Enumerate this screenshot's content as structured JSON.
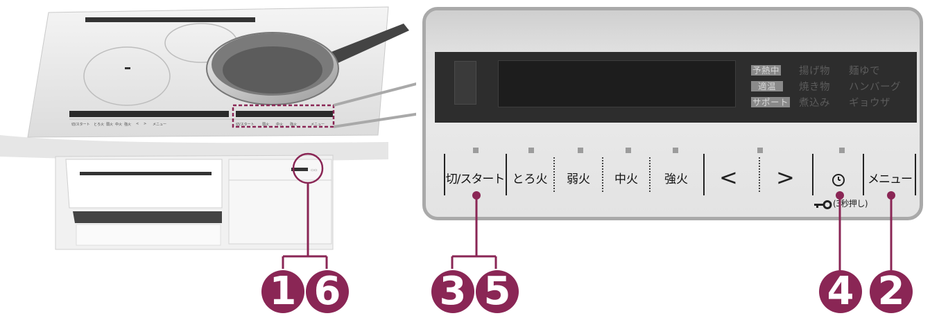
{
  "illustration": {
    "mini_buttons": [
      "切/スタート",
      "とろ火",
      "弱火",
      "中火",
      "強火",
      "<",
      ">",
      "メニュー"
    ]
  },
  "display": {
    "modes": [
      [
        "予熱中",
        "揚げ物",
        "麺ゆで"
      ],
      [
        "適温",
        "焼き物",
        "ハンバーグ"
      ],
      [
        "サポート",
        "煮込み",
        "ギョウザ"
      ]
    ]
  },
  "controls": {
    "start": "切/スタート",
    "toro": "とろ火",
    "weak": "弱火",
    "medium": "中火",
    "strong": "強火",
    "left": "<",
    "right": ">",
    "timer_icon": "clock-icon",
    "menu": "メニュー",
    "lock_note": "(3秒押し)",
    "lock_icon": "key-icon"
  },
  "markers": {
    "m1": "1",
    "m6": "6",
    "m3": "3",
    "m5": "5",
    "m4": "4",
    "m2": "2"
  },
  "colors": {
    "marker": "#8a2655",
    "highlight_dashes": "#8a2655",
    "panel_border": "#a9a9a9"
  }
}
